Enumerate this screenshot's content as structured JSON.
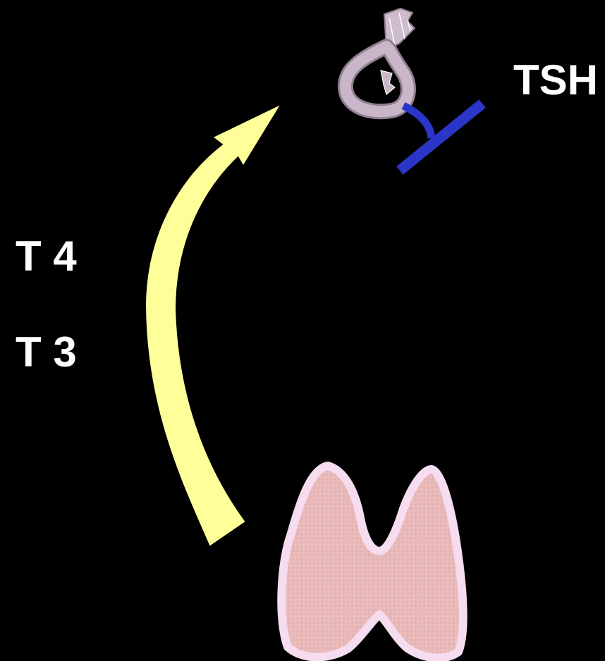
{
  "labels": {
    "tsh": "TSH",
    "t4": "T 4",
    "t3": "T 3"
  },
  "colors": {
    "background": "#000000",
    "arrow": "#ffff99",
    "inhibition": "#2b35c8",
    "pituitary": "#c4b3c4",
    "thyroid": "#e8b8b8",
    "thyroid_outline": "#f5dcee",
    "text": "#ffffff"
  },
  "icons": {
    "pituitary": "pituitary-gland-icon",
    "thyroid": "thyroid-gland-icon",
    "feedback_arrow": "curved-arrow-icon",
    "inhibition": "inhibition-symbol-icon"
  }
}
